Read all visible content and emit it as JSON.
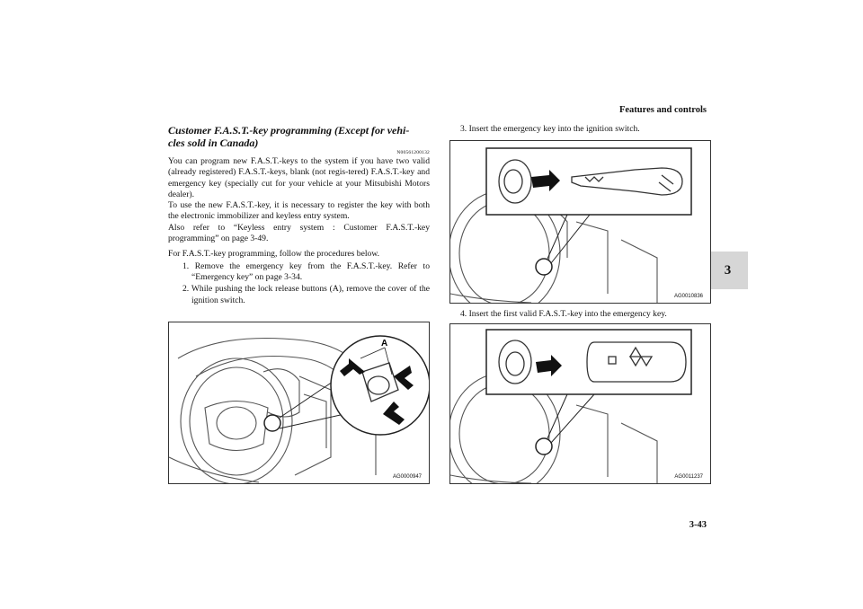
{
  "header": {
    "section_title": "Features and controls",
    "page_number": "3-43",
    "chapter_tab": "3"
  },
  "left": {
    "title_line1": "Customer F.A.S.T.-key programming (Except for vehi-",
    "title_line2": "cles sold in Canada)",
    "code": "N00561200132",
    "para1": "You can program new F.A.S.T.-keys to the system if you have two valid (already registered) F.A.S.T.-keys, blank (not regis-tered) F.A.S.T.-key and emergency key (specially cut for your vehicle at your Mitsubishi Motors dealer).",
    "para2": "To use the new F.A.S.T.-key, it is necessary to register the key with both the electronic immobilizer and keyless entry system.",
    "para3": "Also refer to “Keyless entry system : Customer F.A.S.T.-key programming” on page 3-49.",
    "para4": "For F.A.S.T.-key programming, follow the procedures below.",
    "step1": "1. Remove the emergency key from the F.A.S.T.-key. Refer to “Emergency key” on page 3-34.",
    "step2": "2. While pushing the lock release buttons (A), remove the cover of the ignition switch.",
    "figure1_label_a": "A",
    "figure1_code": "AG0000947"
  },
  "right": {
    "step3": "3. Insert the emergency key into the ignition switch.",
    "figure2_code": "AG0010836",
    "step4": "4. Insert the first valid F.A.S.T.-key into the emergency key.",
    "figure3_code": "AG0011237"
  }
}
